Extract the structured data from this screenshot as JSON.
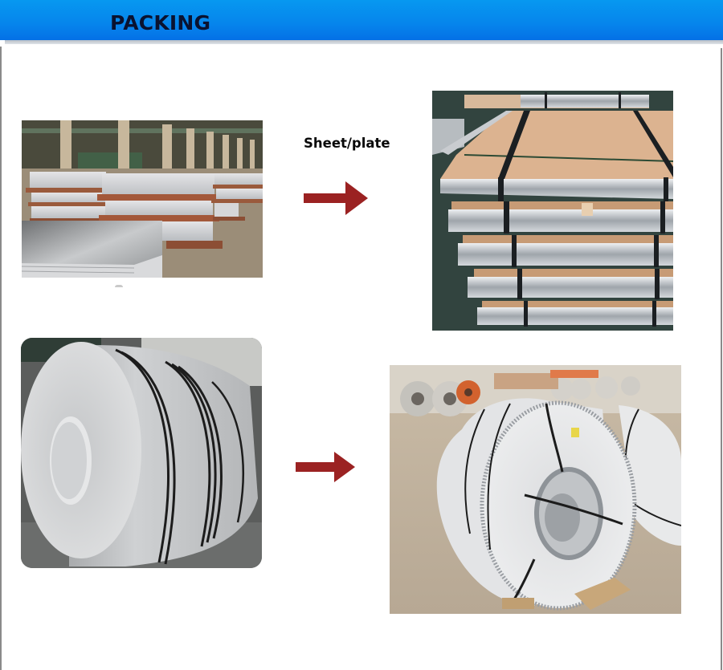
{
  "header": {
    "title": "PACKING",
    "background_color": "#0685ec",
    "title_color": "#0a1230"
  },
  "sections": [
    {
      "label": "Sheet/plate",
      "before_image": {
        "alt": "Stacks of stainless steel sheets on wooden pallets in a warehouse"
      },
      "arrow": {
        "icon": "right-arrow-icon",
        "color": "#9b2222"
      },
      "after_image": {
        "alt": "Steel sheets packed with cardboard, metal edge protectors and steel straps, stacked on pallets"
      }
    },
    {
      "label": "",
      "before_image": {
        "alt": "Bare stainless steel coil with black strapping"
      },
      "arrow": {
        "icon": "right-arrow-icon",
        "color": "#9b2222"
      },
      "after_image": {
        "alt": "Packed steel coil with protective edge rings and straps on wooden pallet in warehouse"
      }
    }
  ]
}
